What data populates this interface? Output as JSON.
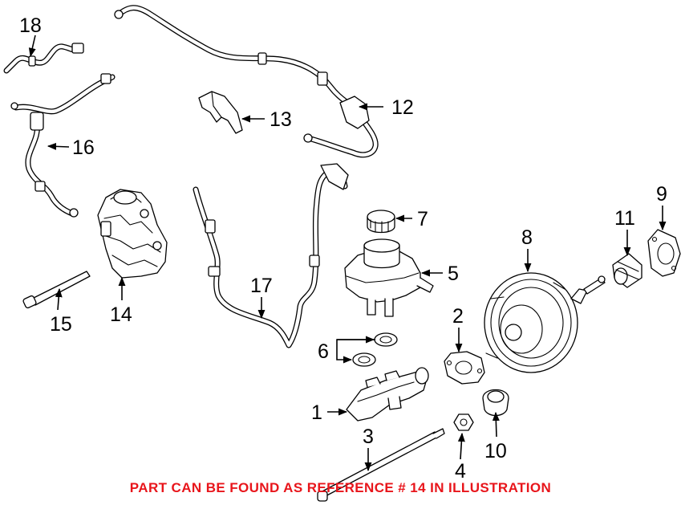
{
  "diagram": {
    "callouts": {
      "c1": "1",
      "c2": "2",
      "c3": "3",
      "c4": "4",
      "c5": "5",
      "c6": "6",
      "c7": "7",
      "c8": "8",
      "c9": "9",
      "c10": "10",
      "c11": "11",
      "c12": "12",
      "c13": "13",
      "c14": "14",
      "c15": "15",
      "c16": "16",
      "c17": "17",
      "c18": "18"
    },
    "caption": "PART CAN BE FOUND AS REFERENCE # 14 IN ILLUSTRATION",
    "colors": {
      "line": "#000000",
      "background": "#ffffff",
      "caption": "#e8151b"
    }
  }
}
